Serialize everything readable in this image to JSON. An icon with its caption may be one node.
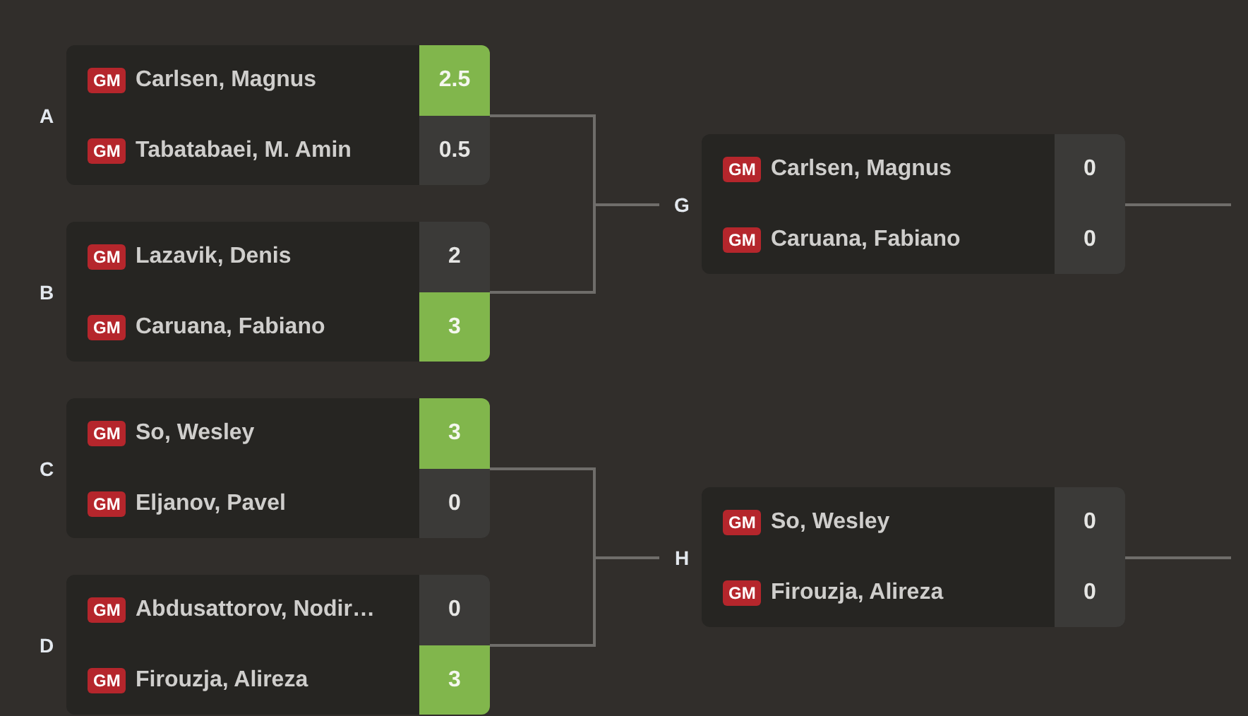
{
  "diagram": {
    "nodes": [
      {
        "text": [
          "A"
        ]
      },
      {
        "text": [
          "GM",
          "Carlsen, Magnus",
          "2.5"
        ],
        "in": 0
      },
      {
        "text": [
          "GM",
          "Tabatabaei, M. Amin",
          "0.5"
        ],
        "in": 0
      },
      {
        "text": [
          "B"
        ]
      },
      {
        "text": [
          "GM",
          "Lazavik, Denis",
          "2"
        ],
        "in": 3
      },
      {
        "text": [
          "GM",
          "Caruana, Fabiano",
          "3"
        ],
        "in": 3
      },
      {
        "text": [
          "C"
        ]
      },
      {
        "text": [
          "GM",
          "So, Wesley",
          "3"
        ],
        "in": 6
      },
      {
        "text": [
          "GM",
          "Eljanov, Pavel",
          "0"
        ],
        "in": 6
      },
      {
        "text": [
          "D"
        ]
      },
      {
        "text": [
          "GM",
          "Abdusattorov, Nodir…",
          "0"
        ],
        "in": 9
      },
      {
        "text": [
          "GM",
          "Firouzja, Alireza",
          "3"
        ],
        "in": 9
      },
      {
        "text": [
          "G"
        ]
      },
      {
        "text": [
          "GM",
          "Carlsen, Magnus",
          "0"
        ],
        "in": 12
      },
      {
        "text": [
          "GM",
          "Caruana, Fabiano",
          "0"
        ],
        "in": 12
      },
      {
        "text": [
          "H"
        ]
      },
      {
        "text": [
          "GM",
          "So, Wesley",
          "0"
        ],
        "in": 15
      },
      {
        "text": [
          "GM",
          "Firouzja, Alireza",
          "0"
        ],
        "in": 15
      }
    ],
    "edges": [
      {
        "from": 0,
        "to": 12,
        "arrow": "none"
      },
      {
        "from": 3,
        "to": 12,
        "arrow": "none"
      },
      {
        "from": 6,
        "to": 15,
        "arrow": "none"
      },
      {
        "from": 9,
        "to": 15,
        "arrow": "none"
      },
      {
        "from": 12,
        "to": null,
        "arrow": "none"
      },
      {
        "from": 15,
        "to": null,
        "arrow": "none"
      }
    ]
  }
}
